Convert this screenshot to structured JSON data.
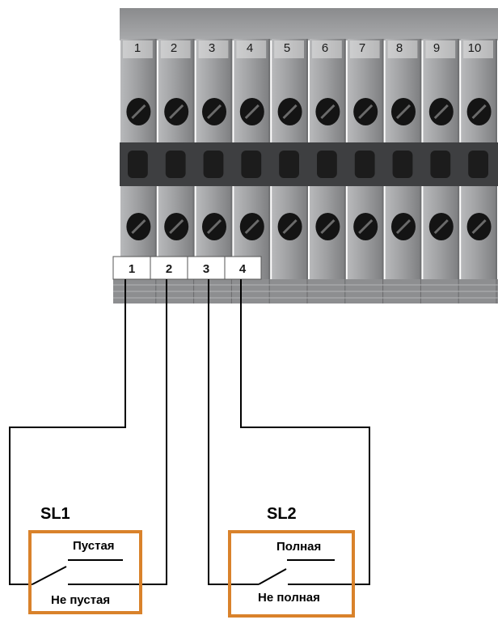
{
  "terminal_block": {
    "top_labels": [
      "1",
      "2",
      "3",
      "4",
      "5",
      "6",
      "7",
      "8",
      "9",
      "10"
    ],
    "bottom_labels": [
      "1",
      "2",
      "3",
      "4"
    ],
    "colors": {
      "body": "#9c9d9f",
      "body_dark": "#6f7072",
      "label_bg": "#ffffff",
      "screw": "#141414"
    }
  },
  "sensors": [
    {
      "name": "SL1",
      "top_label": "Пустая",
      "bottom_label": "Не пустая"
    },
    {
      "name": "SL2",
      "top_label": "Полная",
      "bottom_label": "Не полная"
    }
  ],
  "colors": {
    "wire": "#000000",
    "sensor_box": "#d9822b"
  }
}
